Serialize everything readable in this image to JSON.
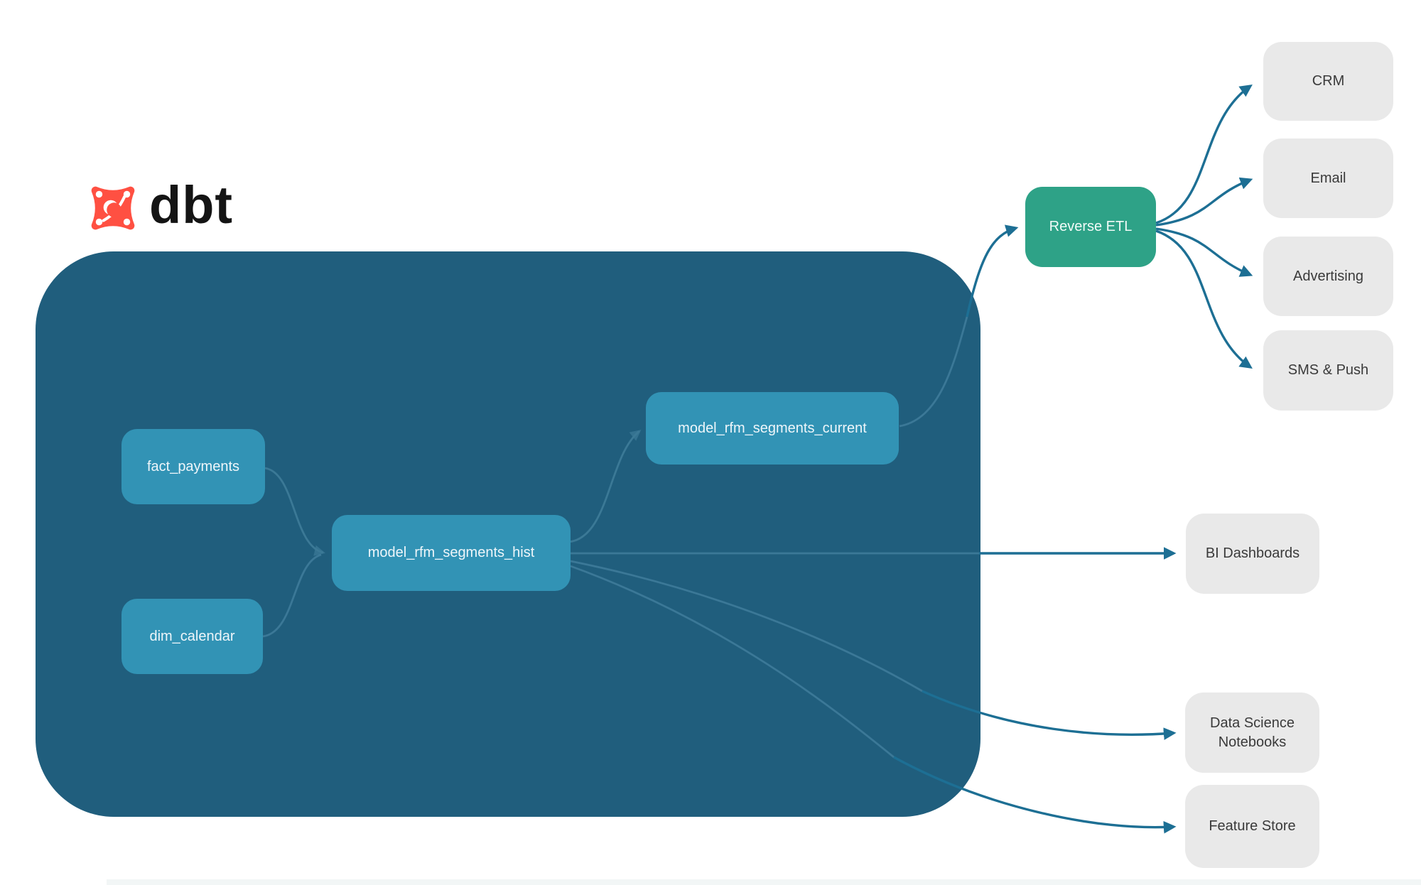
{
  "logo": {
    "text": "dbt"
  },
  "colors": {
    "page": "#ffffff",
    "container": "#205e7d",
    "model-node": "#3293b5",
    "model-text": "#eef6fa",
    "etl-node": "#2ea287",
    "etl-text": "#f2fbf8",
    "target-node": "#e9e9e9",
    "target-text": "#3a3a3a",
    "edge-outside": "#1d6f94",
    "edge-inside": "#4e8ba8",
    "logo-orange": "#ff5042",
    "logo-text": "#141414"
  },
  "nodes": {
    "fact_payments": {
      "label": "fact_payments"
    },
    "dim_calendar": {
      "label": "dim_calendar"
    },
    "hist": {
      "label": "model_rfm_segments_hist"
    },
    "current": {
      "label": "model_rfm_segments_current"
    },
    "reverse_etl": {
      "label": "Reverse ETL"
    },
    "crm": {
      "label": "CRM"
    },
    "email": {
      "label": "Email"
    },
    "advertising": {
      "label": "Advertising"
    },
    "sms_push": {
      "label": "SMS & Push"
    },
    "bi_dashboards": {
      "label": "BI Dashboards"
    },
    "ds_notebooks": {
      "label": "Data Science Notebooks"
    },
    "feature_store": {
      "label": "Feature Store"
    }
  },
  "edges": [
    {
      "from": "fact_payments",
      "to": "model_rfm_segments_hist"
    },
    {
      "from": "dim_calendar",
      "to": "model_rfm_segments_hist"
    },
    {
      "from": "model_rfm_segments_hist",
      "to": "model_rfm_segments_current"
    },
    {
      "from": "model_rfm_segments_current",
      "to": "Reverse ETL"
    },
    {
      "from": "model_rfm_segments_hist",
      "to": "BI Dashboards"
    },
    {
      "from": "model_rfm_segments_hist",
      "to": "Data Science Notebooks"
    },
    {
      "from": "model_rfm_segments_hist",
      "to": "Feature Store"
    },
    {
      "from": "Reverse ETL",
      "to": "CRM"
    },
    {
      "from": "Reverse ETL",
      "to": "Email"
    },
    {
      "from": "Reverse ETL",
      "to": "Advertising"
    },
    {
      "from": "Reverse ETL",
      "to": "SMS & Push"
    }
  ]
}
